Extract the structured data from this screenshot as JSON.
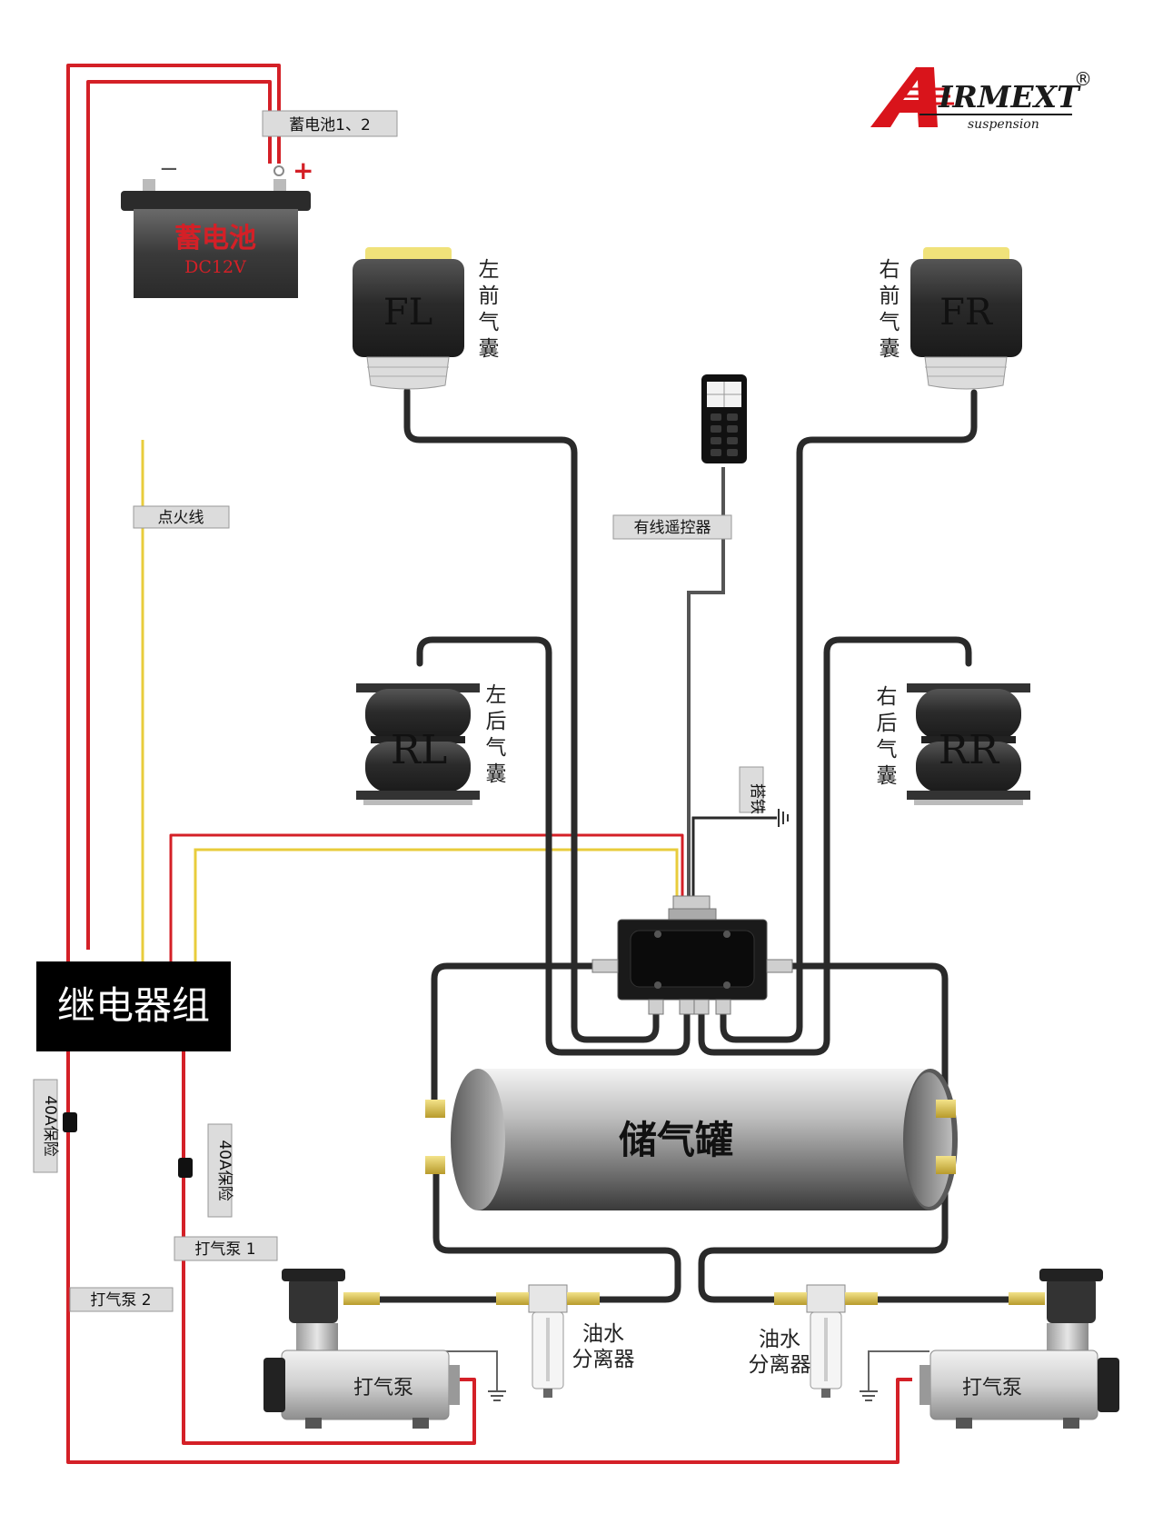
{
  "logo": {
    "brand": "IRMEXT",
    "subtitle": "suspension",
    "registered": "®"
  },
  "battery": {
    "tag": "蓄电池1、2",
    "label": "蓄电池",
    "voltage": "DC12V",
    "minus": "−",
    "plus": "+"
  },
  "airbags": {
    "fl": {
      "code": "FL",
      "label": [
        "左",
        "前",
        "气",
        "囊"
      ]
    },
    "fr": {
      "code": "FR",
      "label": [
        "右",
        "前",
        "气",
        "囊"
      ]
    },
    "rl": {
      "code": "RL",
      "label": [
        "左",
        "后",
        "气",
        "囊"
      ]
    },
    "rr": {
      "code": "RR",
      "label": [
        "右",
        "后",
        "气",
        "囊"
      ]
    }
  },
  "tags": {
    "ignition": "点火线",
    "remote": "有线遥控器",
    "ground": "搭铁",
    "fuse1": "40A保险",
    "fuse2": "40A保险",
    "pump1": "打气泵 1",
    "pump2": "打气泵 2"
  },
  "relay": {
    "label": "继电器组"
  },
  "tank": {
    "label": "储气罐"
  },
  "separators": {
    "left": [
      "油水",
      "分离器"
    ],
    "right": [
      "油水",
      "分离器"
    ]
  },
  "pumps": {
    "left": "打气泵",
    "right": "打气泵"
  },
  "colors": {
    "power_wire": "#d42027",
    "ignition_wire": "#e8cc3c",
    "air_line": "#2a2a2a",
    "relay_bg": "#000000",
    "logo_red": "#d9141b"
  }
}
